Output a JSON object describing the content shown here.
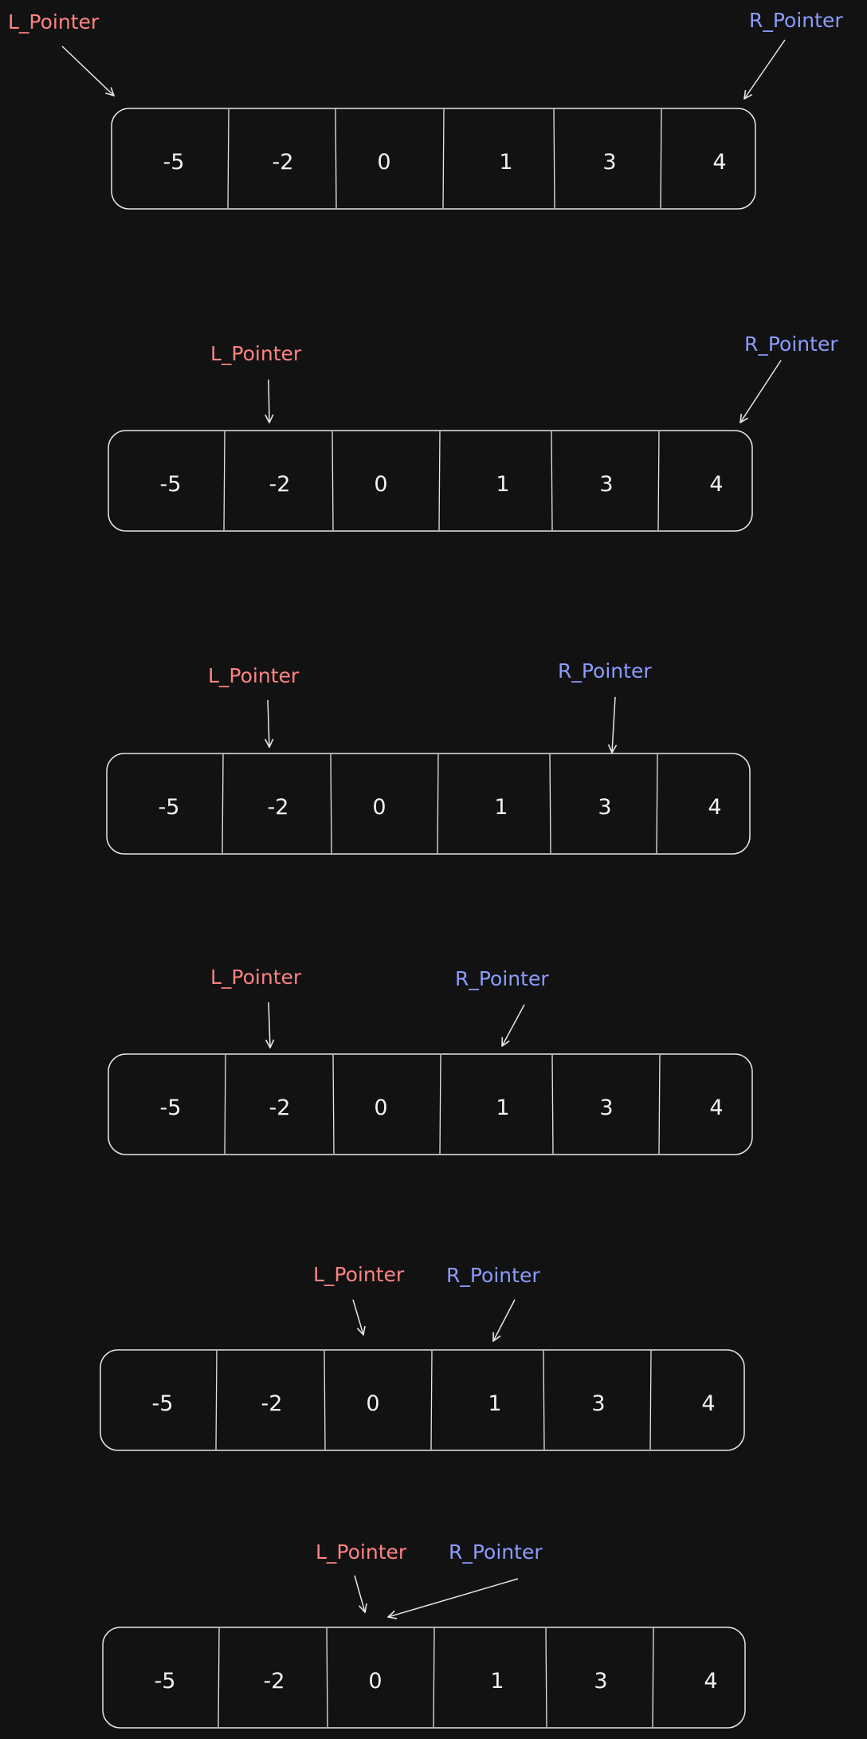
{
  "colors": {
    "background": "#121212",
    "stroke": "#e6e6e6",
    "left_pointer": "#ff8383",
    "right_pointer": "#8c9cff",
    "text": "#f2f2f2"
  },
  "labels": {
    "left": "L_Pointer",
    "right": "R_Pointer"
  },
  "array": [
    "-5",
    "-2",
    "0",
    "1",
    "3",
    "4"
  ],
  "steps": [
    {
      "left_index": 0,
      "right_index": 5
    },
    {
      "left_index": 1,
      "right_index": 5
    },
    {
      "left_index": 1,
      "right_index": 4
    },
    {
      "left_index": 1,
      "right_index": 3
    },
    {
      "left_index": 2,
      "right_index": 3
    },
    {
      "left_index": 2,
      "right_index": 2
    }
  ]
}
